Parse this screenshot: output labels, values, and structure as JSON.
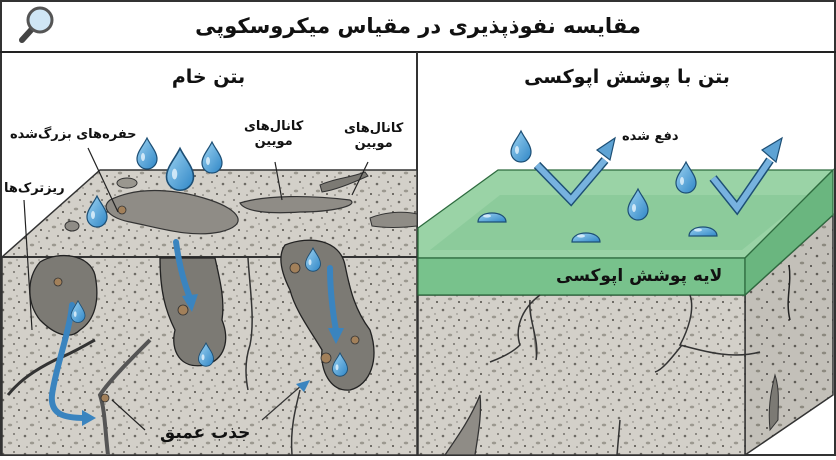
{
  "header": {
    "title": "مقایسه نفوذپذیری در مقیاس میکروسکوپی",
    "icon": "magnifier-icon"
  },
  "panels": [
    {
      "id": "left",
      "title": "بتن خام",
      "labels": {
        "enlarged_pores": "حفره‌های بزرگ‌شده",
        "capillary_channels_1": "کانال‌های\nمویین",
        "capillary_channels_2": "کانال‌های\nمویین",
        "microcracks": "ریزترک‌ها",
        "deep_absorption": "جذب عمیق"
      }
    },
    {
      "id": "right",
      "title": "بتن با پوشش اپوکسی",
      "labels": {
        "repelled": "دفع شده",
        "epoxy_layer": "لایه پوشش اپوکسی"
      }
    }
  ],
  "colors": {
    "concrete": "#d3d0c9",
    "concrete_dark": "#7c7a74",
    "pore": "#8f8c86",
    "epoxy_top": "#9ad3a6",
    "epoxy_front": "#78c28c",
    "water": "#4a9fd6",
    "arrow": "#5ea3d4",
    "aggregate": "#a2805a",
    "border": "#333333"
  }
}
